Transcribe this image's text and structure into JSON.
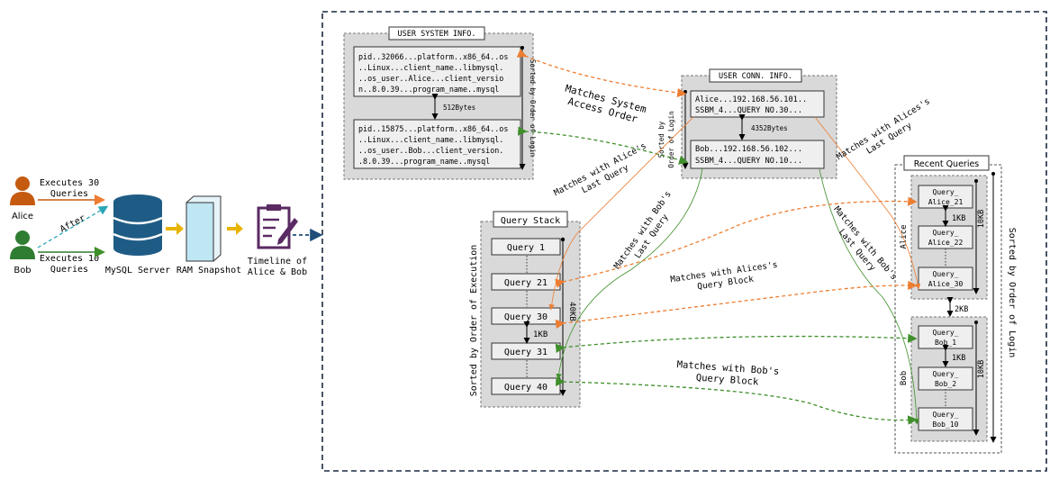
{
  "colors": {
    "alice": "#c55a11",
    "bob": "#2e7d32",
    "db": "#1f5c85",
    "ram": "#bfe6f3",
    "arrow_yellow": "#e8b400",
    "timeline": "#5a2a63",
    "panel": "#d9d9d9",
    "orange_line": "#ed7d31",
    "green_line": "#3f8f2a",
    "teal": "#2aa6b8"
  },
  "icons": [
    "person-icon",
    "database-icon",
    "ram-snapshot-icon",
    "timeline-clipboard-icon"
  ],
  "left": {
    "alice": "Alice",
    "bob": "Bob",
    "alice_exec": [
      "Executes 30",
      "Queries"
    ],
    "bob_exec": [
      "Executes 10",
      "Queries"
    ],
    "after": "After",
    "mysql": "MySQL Server",
    "ram": "RAM Snapshot",
    "timeline": [
      "Timeline of",
      "Alice & Bob"
    ]
  },
  "user_sys": {
    "title": "USER SYSTEM INFO.",
    "alice_lines": [
      "pid..32066...platform..x86_64..os",
      "..Linux...client_name..libmysql.",
      "..os_user..Alice...client_versio",
      "n..8.0.39...program_name..mysql"
    ],
    "bob_lines": [
      "pid..15875...platform..x86_64..os",
      "..Linux...client_name..libmysql.",
      "..os_user..Bob...client_version.",
      ".8.0.39...program_name..mysql"
    ],
    "gap": "512Bytes",
    "sort": "Sorted by Order of Login"
  },
  "user_conn": {
    "title": "USER CONN. INFO.",
    "alice_lines": [
      "Alice...192.168.56.101..",
      "SSBM_4...QUERY NO.30..."
    ],
    "bob_lines": [
      "Bob...192.168.56.102...",
      "SSBM_4...QUERY NO.10..."
    ],
    "gap": "4352Bytes",
    "sort": [
      "Sorted by",
      "Order of Login"
    ]
  },
  "query_stack": {
    "title": "Query Stack",
    "items": [
      "Query 1",
      "Query 21",
      "Query 30",
      "Query 31",
      "Query 40"
    ],
    "gap": "1KB",
    "size": "40KB",
    "sort": "Sorted by Order of Execution"
  },
  "recent": {
    "title": "Recent Queries",
    "alice_label": "Alice",
    "bob_label": "Bob",
    "alice_items": [
      [
        "Query_",
        "Alice_21"
      ],
      [
        "Query_",
        "Alice_22"
      ],
      [
        "Query_",
        "Alice_30"
      ]
    ],
    "bob_items": [
      [
        "Query_",
        "Bob_1"
      ],
      [
        "Query_",
        "Bob_2"
      ],
      [
        "Query_",
        "Bob_10"
      ]
    ],
    "gap": "1KB",
    "group_gap": "2KB",
    "size": "10KB",
    "sort": "Sorted by Order of Login"
  },
  "annotations": {
    "matches_system": [
      "Matches System",
      "Access Order"
    ],
    "alice_last_mid": [
      "Matches with Alice's",
      "Last Query"
    ],
    "bob_last_mid": [
      "Matches with Bob's",
      "Last Query"
    ],
    "alice_last_right": [
      "Matches with Alices's",
      "Last Query"
    ],
    "bob_last_right": [
      "Matches with Bob's",
      "Last Query"
    ],
    "alice_block": [
      "Matches with Alices's",
      "Query Block"
    ],
    "bob_block": [
      "Matches with Bob's",
      "Query Block"
    ]
  }
}
